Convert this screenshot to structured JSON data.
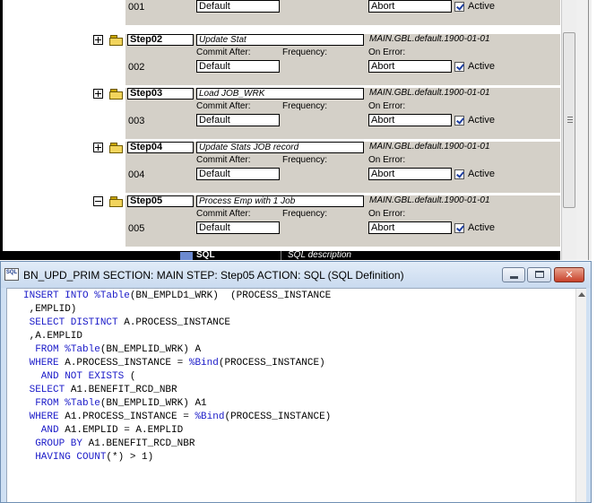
{
  "labels": {
    "commit_after": "Commit After:",
    "frequency": "Frequency:",
    "on_error": "On Error:",
    "active": "Active",
    "sql": "SQL",
    "sql_description": "SQL description"
  },
  "partial_step": {
    "seq": "001",
    "commit": "Default",
    "on_error": "Abort",
    "active": true
  },
  "steps": [
    {
      "name": "Step02",
      "description": "Update Stat",
      "market": "MAIN.GBL.default.1900-01-01",
      "seq": "002",
      "commit": "Default",
      "on_error": "Abort",
      "active": true,
      "expanded": false
    },
    {
      "name": "Step03",
      "description": "Load JOB_WRK",
      "market": "MAIN.GBL.default.1900-01-01",
      "seq": "003",
      "commit": "Default",
      "on_error": "Abort",
      "active": true,
      "expanded": false
    },
    {
      "name": "Step04",
      "description": "Update Stats JOB record",
      "market": "MAIN.GBL.default.1900-01-01",
      "seq": "004",
      "commit": "Default",
      "on_error": "Abort",
      "active": true,
      "expanded": false
    },
    {
      "name": "Step05",
      "description": "Process Emp with 1 Job",
      "market": "MAIN.GBL.default.1900-01-01",
      "seq": "005",
      "commit": "Default",
      "on_error": "Abort",
      "active": true,
      "expanded": true
    }
  ],
  "sql_window": {
    "title": "BN_UPD_PRIM   SECTION: MAIN   STEP: Step05   ACTION: SQL   (SQL Definition)",
    "icon_text": "SQL",
    "close_label": "✕",
    "lines": [
      [
        {
          "t": "INSERT INTO ",
          "k": true
        },
        {
          "t": "%Table",
          "k": true
        },
        {
          "t": "(BN_EMPLD1_WRK)  (PROCESS_INSTANCE"
        }
      ],
      [
        {
          "t": " ,EMPLID)"
        }
      ],
      [
        {
          "t": " SELECT DISTINCT ",
          "k": true
        },
        {
          "t": "A.PROCESS_INSTANCE"
        }
      ],
      [
        {
          "t": " ,A.EMPLID"
        }
      ],
      [
        {
          "t": "  FROM ",
          "k": true
        },
        {
          "t": "%Table",
          "k": true
        },
        {
          "t": "(BN_EMPLID_WRK) A"
        }
      ],
      [
        {
          "t": " WHERE ",
          "k": true
        },
        {
          "t": "A.PROCESS_INSTANCE = "
        },
        {
          "t": "%Bind",
          "k": true
        },
        {
          "t": "(PROCESS_INSTANCE)"
        }
      ],
      [
        {
          "t": "   AND NOT EXISTS ",
          "k": true
        },
        {
          "t": "("
        }
      ],
      [
        {
          "t": " SELECT ",
          "k": true
        },
        {
          "t": "A1.BENEFIT_RCD_NBR"
        }
      ],
      [
        {
          "t": "  FROM ",
          "k": true
        },
        {
          "t": "%Table",
          "k": true
        },
        {
          "t": "(BN_EMPLID_WRK) A1"
        }
      ],
      [
        {
          "t": " WHERE ",
          "k": true
        },
        {
          "t": "A1.PROCESS_INSTANCE = "
        },
        {
          "t": "%Bind",
          "k": true
        },
        {
          "t": "(PROCESS_INSTANCE)"
        }
      ],
      [
        {
          "t": "   AND ",
          "k": true
        },
        {
          "t": "A1.EMPLID = A.EMPLID"
        }
      ],
      [
        {
          "t": "  GROUP BY ",
          "k": true
        },
        {
          "t": "A1.BENEFIT_RCD_NBR"
        }
      ],
      [
        {
          "t": "  HAVING COUNT",
          "k": true
        },
        {
          "t": "(*) > 1)"
        }
      ]
    ]
  }
}
